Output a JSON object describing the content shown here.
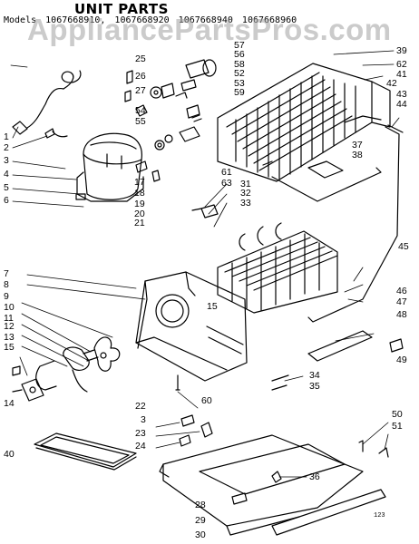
{
  "header": {
    "title": "UNIT PARTS",
    "models_label": "Models",
    "models": [
      "1067668910,",
      "1067668920",
      "1067668940",
      "1067668960"
    ]
  },
  "watermark": "AppliancePartsPros.com",
  "footer_code": "123",
  "callouts": [
    "1",
    "2",
    "3",
    "4",
    "5",
    "6",
    "7",
    "8",
    "9",
    "10",
    "11",
    "12",
    "13",
    "14",
    "15",
    "15",
    "17",
    "18",
    "19",
    "20",
    "21",
    "22",
    "3",
    "23",
    "24",
    "25",
    "26",
    "27",
    "28",
    "29",
    "30",
    "31",
    "32",
    "33",
    "34",
    "35",
    "36",
    "37",
    "38",
    "39",
    "40",
    "41",
    "42",
    "43",
    "44",
    "45",
    "46",
    "47",
    "48",
    "49",
    "50",
    "51",
    "52",
    "53",
    "54",
    "55",
    "56",
    "57",
    "58",
    "59",
    "60",
    "61",
    "62",
    "63"
  ],
  "parts": {
    "compressor": "compressor",
    "condenser": "condenser-coil",
    "evaporator": "evaporator-coil",
    "fan_shroud": "fan-shroud",
    "fan_motor": "fan-motor",
    "drain_pan": "drain-pan",
    "base_frame": "base-frame",
    "power_cord": "power-cord"
  }
}
